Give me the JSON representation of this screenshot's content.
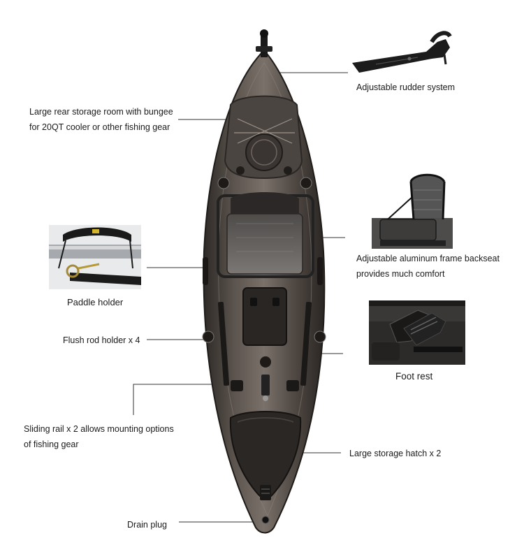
{
  "title": "",
  "labels": {
    "rudder": "Adjustable rudder system",
    "rear_storage_line1": "Large rear storage room with bungee",
    "rear_storage_line2": "for 20QT cooler or other  fishing gear",
    "backseat_line1": "Adjustable  aluminum frame backseat",
    "backseat_line2": "provides much comfort",
    "paddle_holder": "Paddle holder",
    "flush_rod_holder": "Flush rod holder x 4",
    "foot_rest": "Foot rest",
    "sliding_rail_line1": "Sliding rail x 2 allows mounting options",
    "sliding_rail_line2": "of fishing gear",
    "storage_hatch": "Large storage hatch x 2",
    "drain_plug": "Drain plug"
  },
  "colors": {
    "hull_dark": "#3a3633",
    "hull_mid": "#5a524c",
    "hull_light": "#8a8079",
    "seat": "#6b6866",
    "leader_line": "#333333"
  }
}
